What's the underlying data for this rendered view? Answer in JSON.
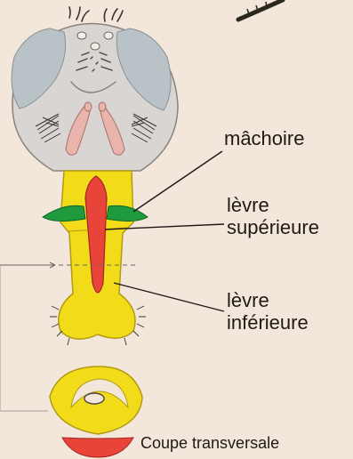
{
  "labels": {
    "machoire": "mâchoire",
    "levre_superieure": [
      "lèvre",
      "supérieure"
    ],
    "levre_inferieure": [
      "lèvre",
      "inférieure"
    ],
    "coupe": "Coupe transversale"
  },
  "colors": {
    "background": "#f2e7da",
    "head": "#d9d5d2",
    "eye": "#b9c2c6",
    "upper_lip": "#e8443a",
    "lower_lip": "#f2dc1a",
    "jaw": "#1f9a3c",
    "palp": "#e8b4ac"
  }
}
